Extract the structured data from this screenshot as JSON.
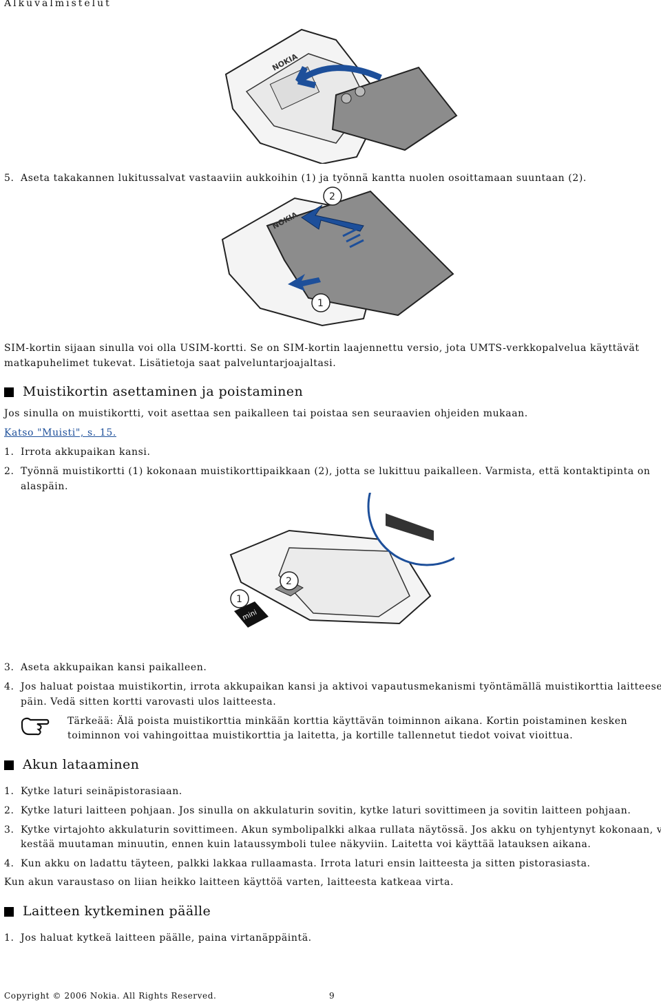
{
  "header": {
    "title": "Alkuvalmistelut"
  },
  "step5": {
    "num": "5.",
    "text": "Aseta takakannen lukitussalvat vastaaviin aukkoihin (1) ja työnnä kantta nuolen osoittamaan suuntaan (2)."
  },
  "sim_note": {
    "line1": "SIM-kortin sijaan sinulla voi olla USIM-kortti. Se on SIM-kortin laajennettu versio, jota UMTS-verkkopalvelua käyttävät",
    "line2": "matkapuhelimet tukevat. Lisätietoja saat palveluntarjoajaltasi."
  },
  "section_memory": {
    "title": "Muistikortin asettaminen ja poistaminen",
    "intro": "Jos sinulla on muistikortti, voit asettaa sen paikalleen tai poistaa sen seuraavien ohjeiden mukaan.",
    "link": "Katso \"Muisti\", s. 15.",
    "steps": [
      {
        "num": "1.",
        "text": "Irrota akkupaikan kansi."
      },
      {
        "num": "2.",
        "text": "Työnnä muistikortti (1) kokonaan muistikorttipaikkaan (2), jotta se lukittuu paikalleen. Varmista, että kontaktipinta on",
        "text2": "alaspäin."
      },
      {
        "num": "3.",
        "text": "Aseta akkupaikan kansi paikalleen."
      },
      {
        "num": "4.",
        "text": "Jos haluat poistaa muistikortin, irrota akkupaikan kansi ja aktivoi vapautusmekanismi työntämällä muistikorttia laitteeseen",
        "text2": "päin. Vedä sitten kortti varovasti ulos laitteesta."
      }
    ],
    "notice_label": "Tärkeää:",
    "notice_text1": " Älä poista muistikorttia minkään korttia käyttävän toiminnon aikana. Kortin poistaminen kesken",
    "notice_text2": "toiminnon voi vahingoittaa muistikorttia ja laitetta, ja kortille tallennetut tiedot voivat vioittua."
  },
  "section_charging": {
    "title": "Akun lataaminen",
    "steps": [
      {
        "num": "1.",
        "text": "Kytke laturi seinäpistorasiaan."
      },
      {
        "num": "2.",
        "text": "Kytke laturi laitteen pohjaan. Jos sinulla on akkulaturin sovitin, kytke laturi sovittimeen ja sovitin laitteen pohjaan."
      },
      {
        "num": "3.",
        "text": "Kytke virtajohto akkulaturin sovittimeen. Akun symbolipalkki alkaa rullata näytössä. Jos akku on tyhjentynyt kokonaan, voi",
        "text2": "kestää muutaman minuutin, ennen kuin lataussymboli tulee näkyviin. Laitetta voi käyttää latauksen aikana."
      },
      {
        "num": "4.",
        "text": "Kun akku on ladattu täyteen, palkki lakkaa rullaamasta. Irrota laturi ensin laitteesta ja sitten pistorasiasta."
      }
    ],
    "note": "Kun akun varaustaso on liian heikko laitteen käyttöä varten, laitteesta katkeaa virta."
  },
  "section_power": {
    "title": "Laitteen kytkeminen päälle",
    "steps": [
      {
        "num": "1.",
        "text": "Jos haluat kytkeä laitteen päälle, paina virtanäppäintä."
      }
    ]
  },
  "figures": {
    "fig1": {
      "brand": "NOKIA"
    },
    "fig2": {
      "brand": "NOKIA",
      "callout1": "1",
      "callout2": "2"
    },
    "fig3": {
      "callout1": "1",
      "callout2": "2",
      "card_label": "mini"
    }
  },
  "colors": {
    "accent": "#1d4f9a",
    "cover": "#8c8c8c"
  },
  "icons": {
    "notice": "pointing-hand-icon",
    "bullet": "square-bullet-icon"
  },
  "footer": {
    "copyright": "Copyright © 2006 Nokia. All Rights Reserved.",
    "page": "9"
  }
}
